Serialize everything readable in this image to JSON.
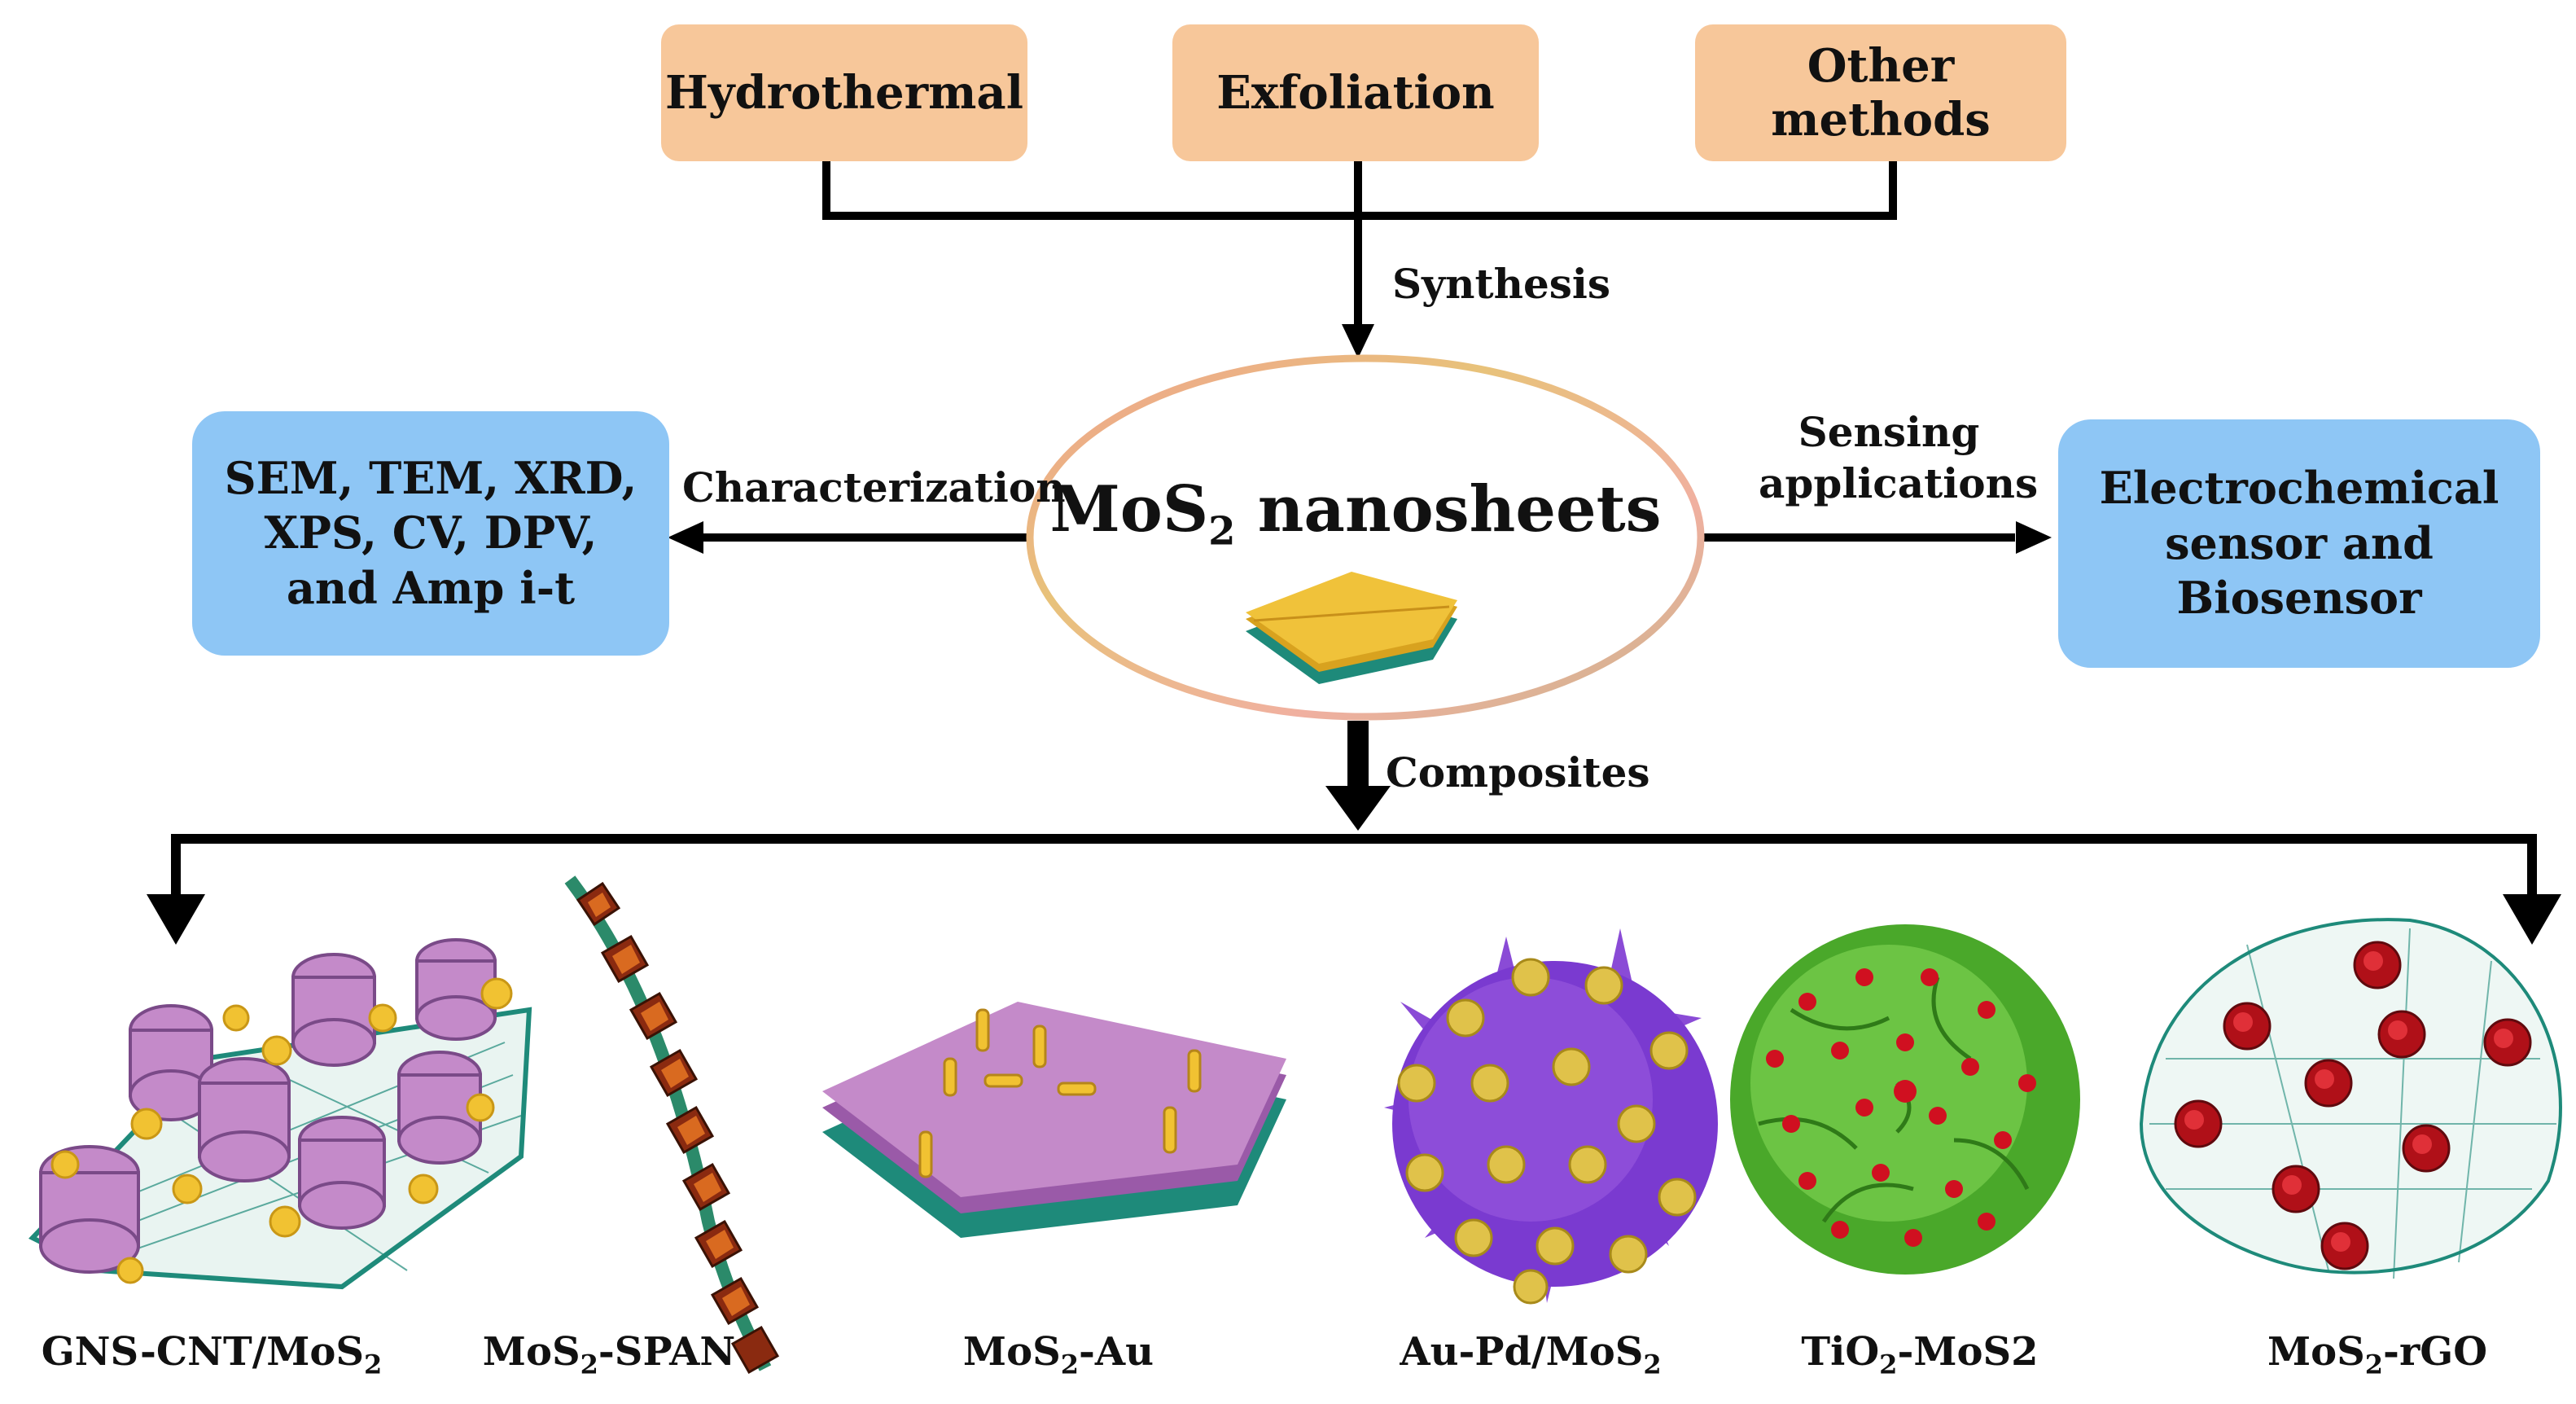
{
  "synthesis_methods": [
    "Hydrothermal",
    "Exfoliation",
    "Other methods"
  ],
  "edge_labels": {
    "synthesis": "Synthesis",
    "characterization": "Characterization",
    "sensing": "Sensing\napplications",
    "composites": "Composites"
  },
  "center": {
    "main": "MoS",
    "sub": "2",
    "rest": " nanosheets"
  },
  "characterization_box": "SEM, TEM, XRD,\nXPS, CV, DPV,\nand Amp i-t",
  "application_box": "Electrochemical\nsensor and\nBiosensor",
  "composites": [
    {
      "a": "GNS-CNT/MoS",
      "sub": "2",
      "b": ""
    },
    {
      "a": "MoS",
      "sub": "2",
      "b": "-SPAN"
    },
    {
      "a": "MoS",
      "sub": "2",
      "b": "-Au"
    },
    {
      "a": "Au-Pd/MoS",
      "sub": "2",
      "b": ""
    },
    {
      "a": "TiO",
      "sub": "2",
      "b": "-MoS2"
    },
    {
      "a": "MoS",
      "sub": "2",
      "b": "-rGO"
    }
  ],
  "colors": {
    "method_box": "#f7c79a",
    "info_box": "#8ec6f5",
    "mos2_purple": "#b77fc7",
    "gold": "#e8b53a",
    "graphene": "#1e8a7a",
    "tio2_green": "#5fbf3a",
    "red_particle": "#c0101a"
  }
}
